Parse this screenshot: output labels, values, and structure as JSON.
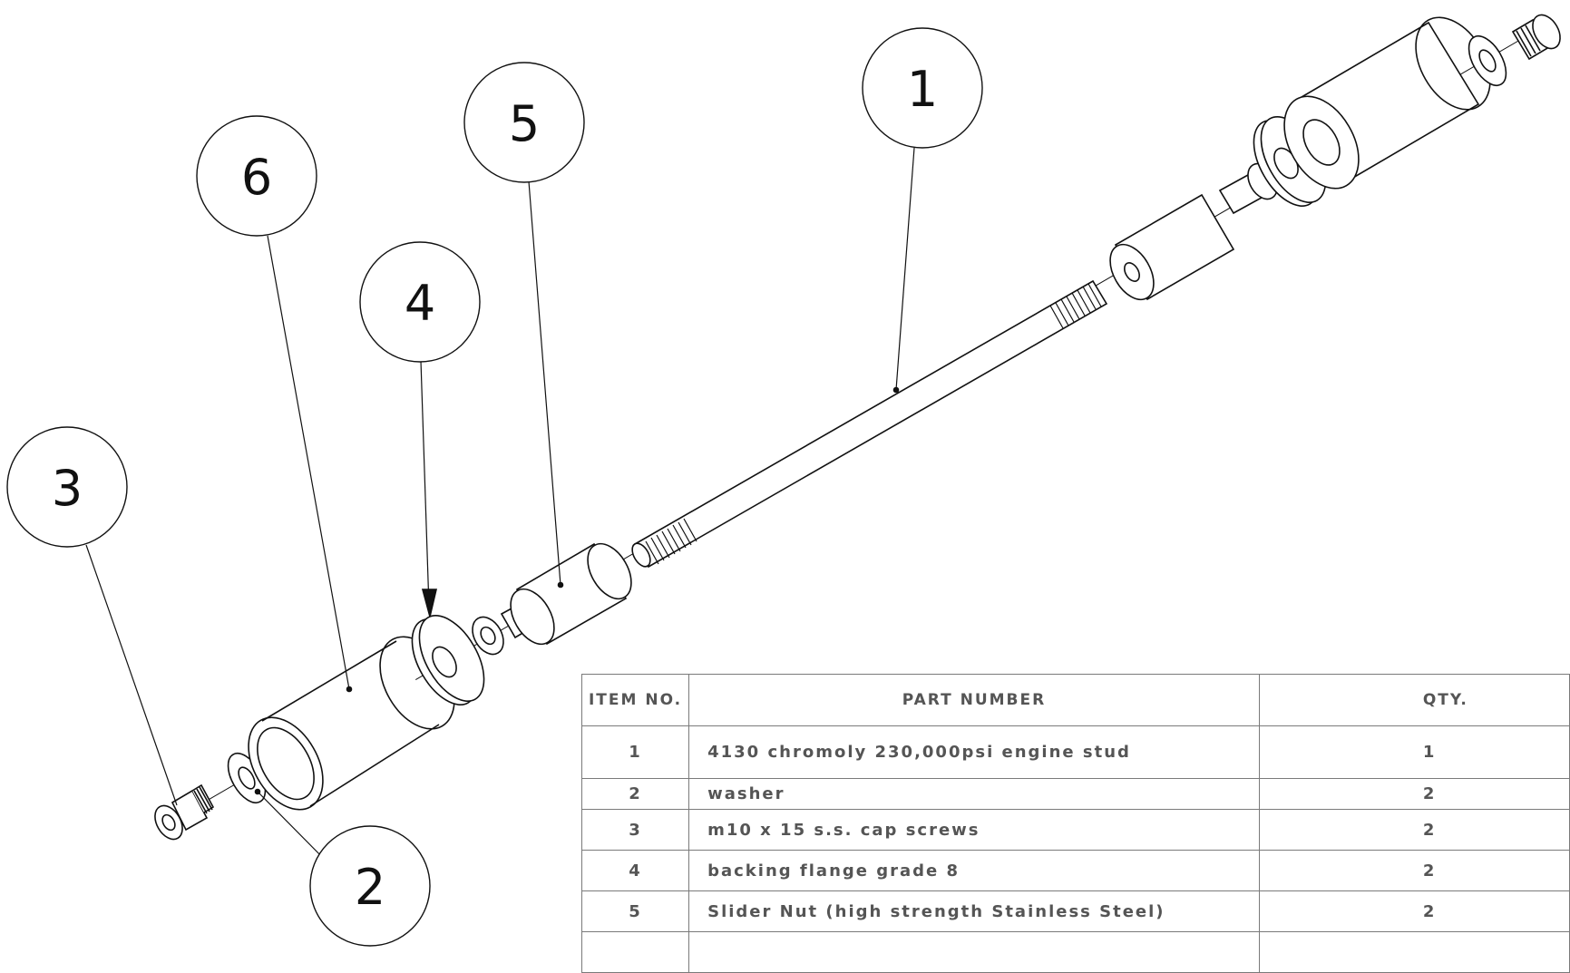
{
  "balloons": [
    {
      "label": "1"
    },
    {
      "label": "2"
    },
    {
      "label": "3"
    },
    {
      "label": "4"
    },
    {
      "label": "5"
    },
    {
      "label": "6"
    }
  ],
  "bom": {
    "headers": {
      "item": "ITEM NO.",
      "part": "PART NUMBER",
      "qty": "QTY."
    },
    "rows": [
      {
        "item": "1",
        "part": "4130 chromoly 230,000psi engine stud",
        "qty": "1"
      },
      {
        "item": "2",
        "part": "washer",
        "qty": "2"
      },
      {
        "item": "3",
        "part": "m10 x 15 s.s. cap screws",
        "qty": "2"
      },
      {
        "item": "4",
        "part": "backing flange grade 8",
        "qty": "2"
      },
      {
        "item": "5",
        "part": "Slider Nut (high strength Stainless Steel)",
        "qty": "2"
      },
      {
        "item": "",
        "part": "",
        "qty": ""
      }
    ]
  },
  "colors": {
    "line": "#111111",
    "table_border": "#7a7a7a",
    "table_text": "#555555"
  }
}
